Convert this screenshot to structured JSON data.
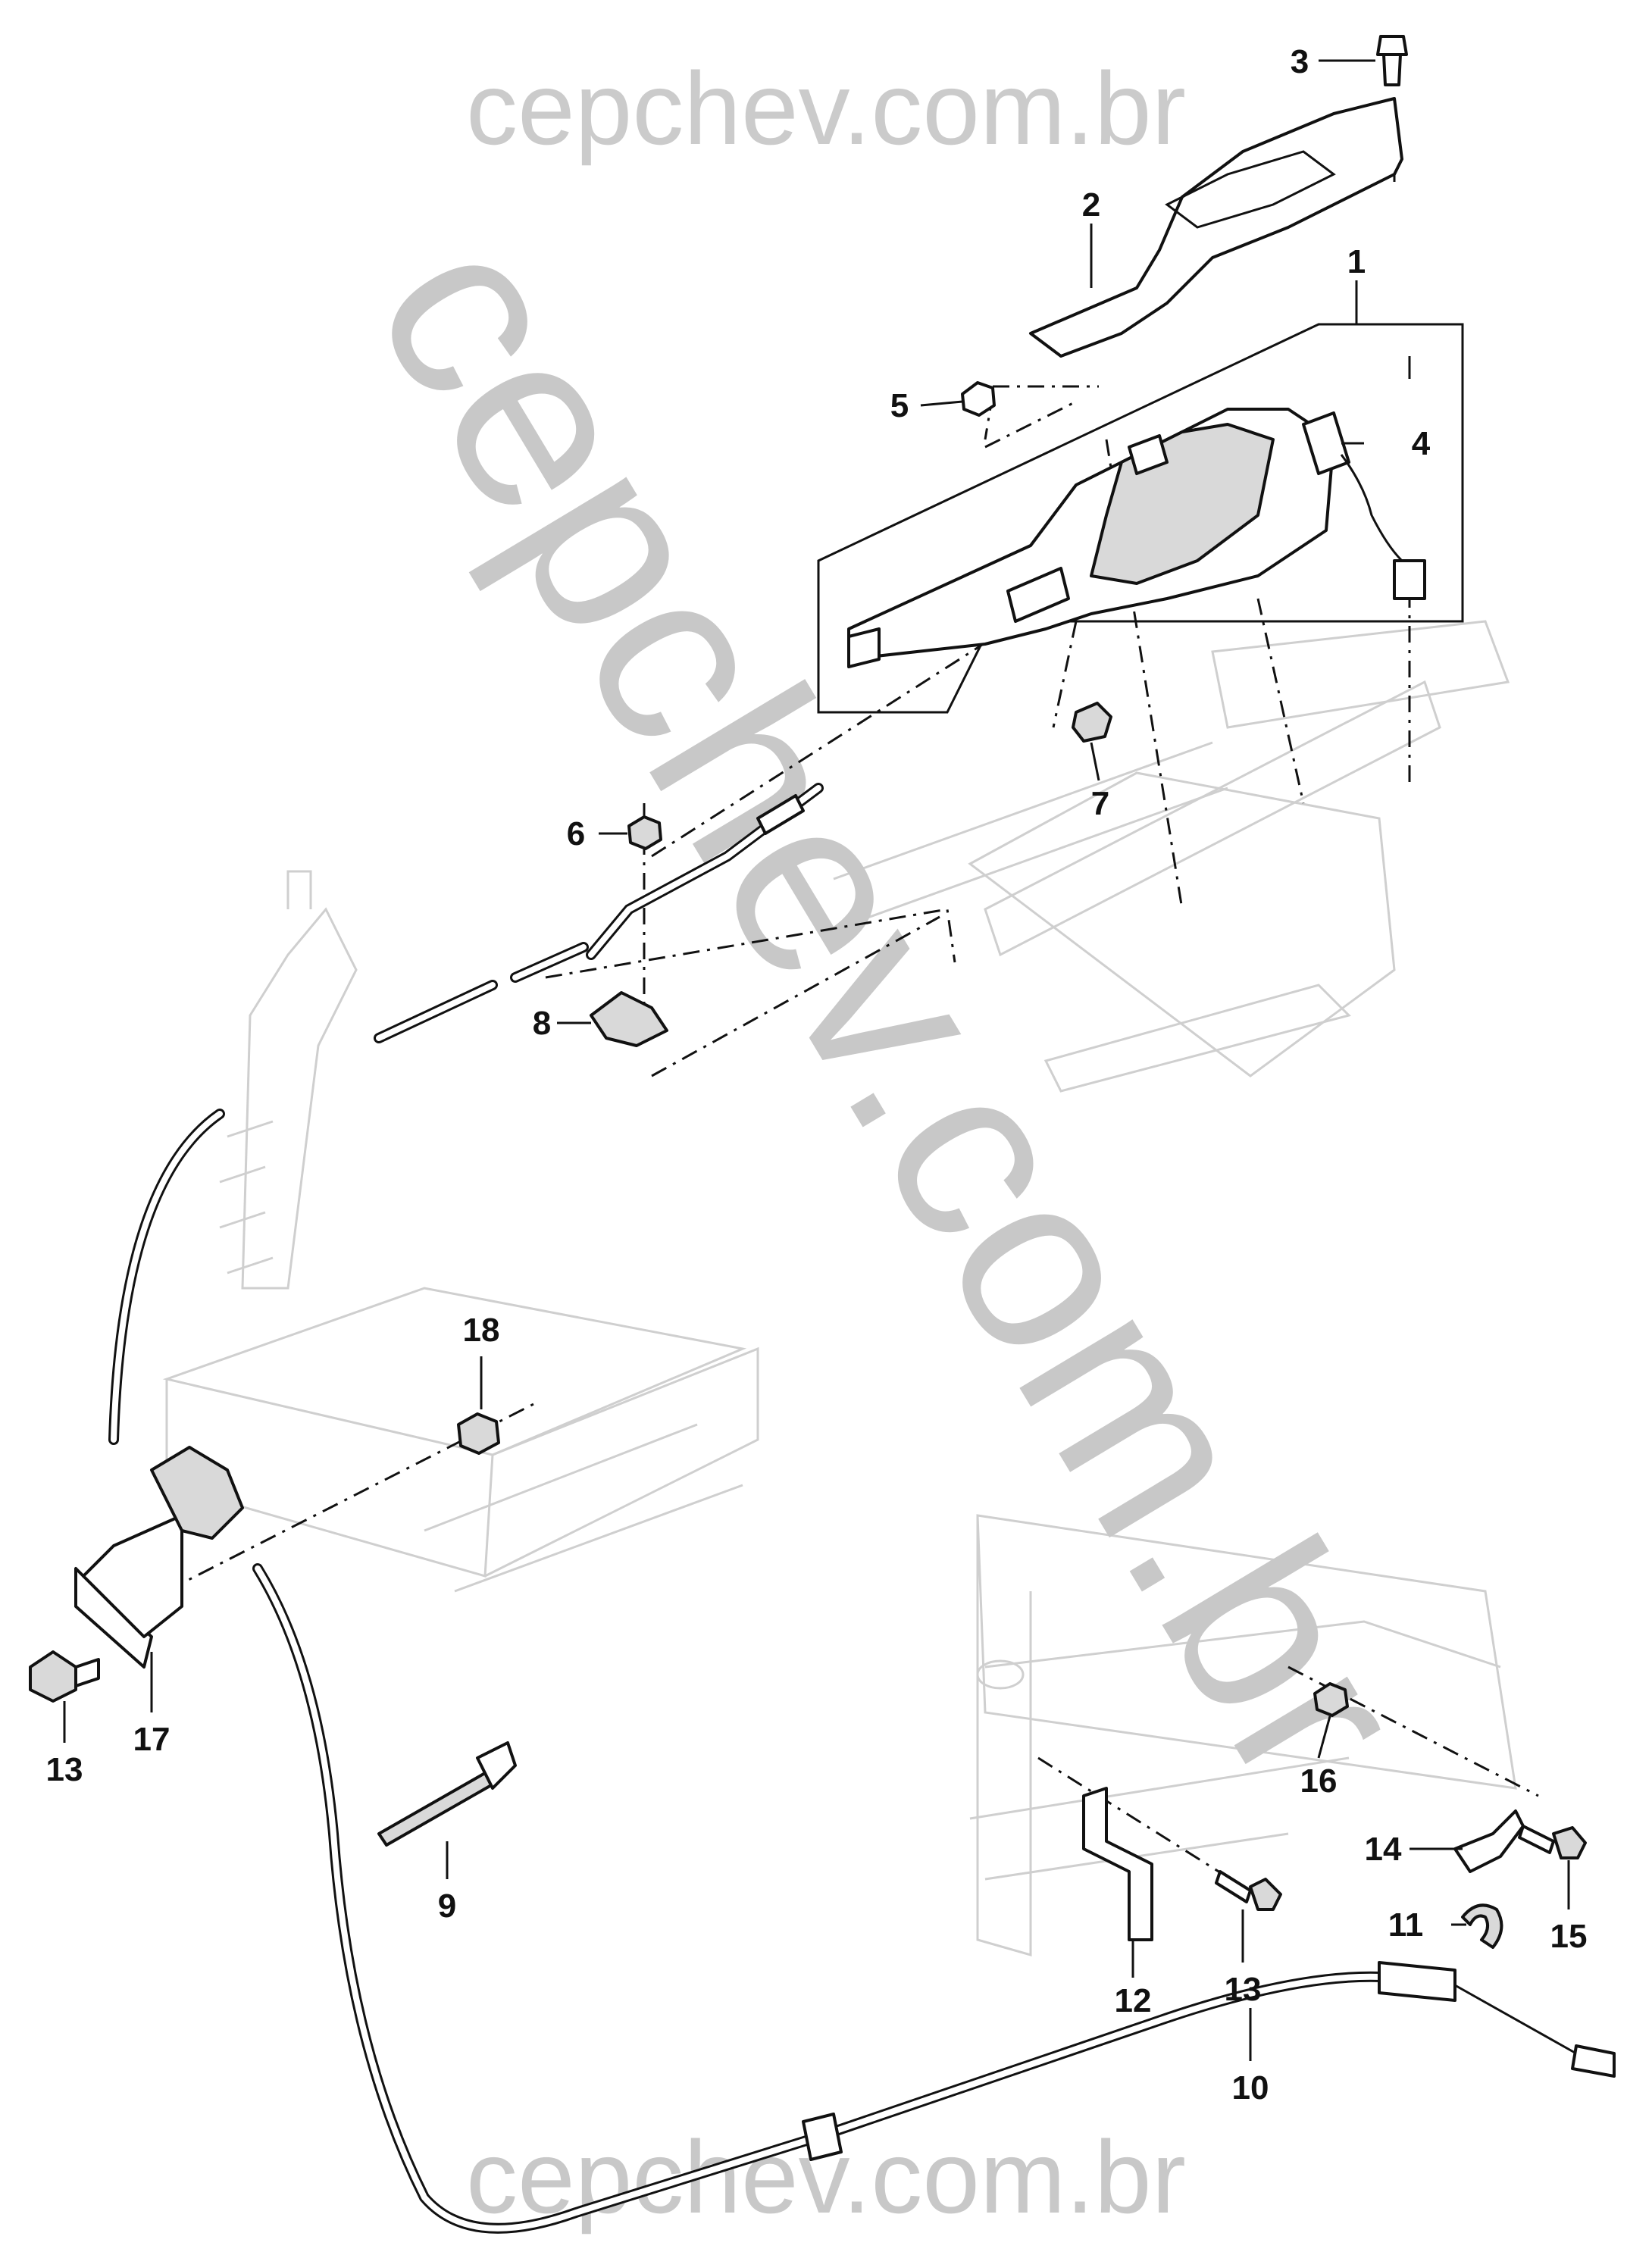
{
  "watermark": {
    "top": "cepchev.com.br",
    "diagonal": "cepchev.com.br",
    "bottom": "cepchev.com.br"
  },
  "callouts": [
    {
      "id": "1",
      "label": "1"
    },
    {
      "id": "2",
      "label": "2"
    },
    {
      "id": "3",
      "label": "3"
    },
    {
      "id": "4",
      "label": "4"
    },
    {
      "id": "5",
      "label": "5"
    },
    {
      "id": "6",
      "label": "6"
    },
    {
      "id": "7",
      "label": "7"
    },
    {
      "id": "8",
      "label": "8"
    },
    {
      "id": "9",
      "label": "9"
    },
    {
      "id": "10",
      "label": "10"
    },
    {
      "id": "11",
      "label": "11"
    },
    {
      "id": "12",
      "label": "12"
    },
    {
      "id": "13a",
      "label": "13"
    },
    {
      "id": "13b",
      "label": "13"
    },
    {
      "id": "14",
      "label": "14"
    },
    {
      "id": "15",
      "label": "15"
    },
    {
      "id": "16",
      "label": "16"
    },
    {
      "id": "17",
      "label": "17"
    },
    {
      "id": "18",
      "label": "18"
    }
  ]
}
